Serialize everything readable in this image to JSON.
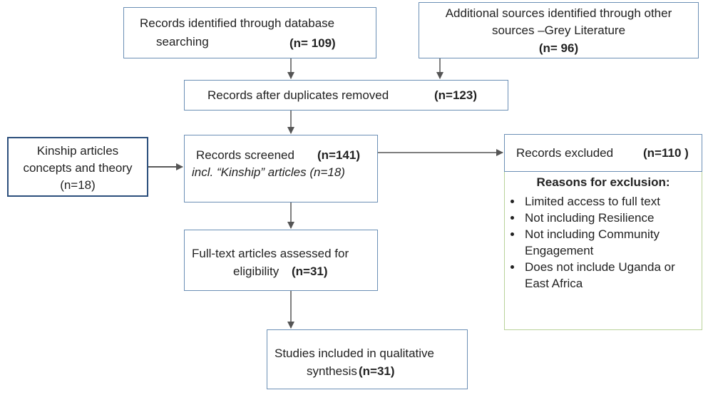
{
  "boxes": {
    "database": {
      "line1": "Records identified through database",
      "line2": "searching",
      "count": "(n= 109)"
    },
    "additional": {
      "line1": "Additional sources identified through other",
      "line2": "sources –Grey Literature",
      "count": "(n= 96)"
    },
    "duplicates": {
      "label": "Records after duplicates removed",
      "count": "(n=123)"
    },
    "kinship": {
      "line1": "Kinship articles",
      "line2": "concepts and theory",
      "line3": "(n=18)"
    },
    "screened": {
      "label": "Records screened",
      "count": "(n=141)",
      "note": "incl. “Kinship” articles (n=18)"
    },
    "excluded": {
      "label": "Records excluded",
      "count": "(n=110 )"
    },
    "reasons": {
      "title": "Reasons for exclusion:",
      "items": [
        "Limited access to full text",
        "Not including Resilience",
        "Not including Community",
        "Does not include Uganda or"
      ],
      "continuations": {
        "2": "Engagement",
        "3": "East Africa"
      }
    },
    "fulltext": {
      "line1": "Full-text articles assessed for",
      "line2": "eligibility",
      "count": "(n=31)"
    },
    "included": {
      "line1": "Studies included in qualitative",
      "line2": "synthesis",
      "count": "(n=31)"
    }
  },
  "colors": {
    "box_border": "#6b8fb5",
    "box_border_dark": "#2c4f7c",
    "reasons_border": "#b9d29a",
    "arrow": "#555555"
  }
}
